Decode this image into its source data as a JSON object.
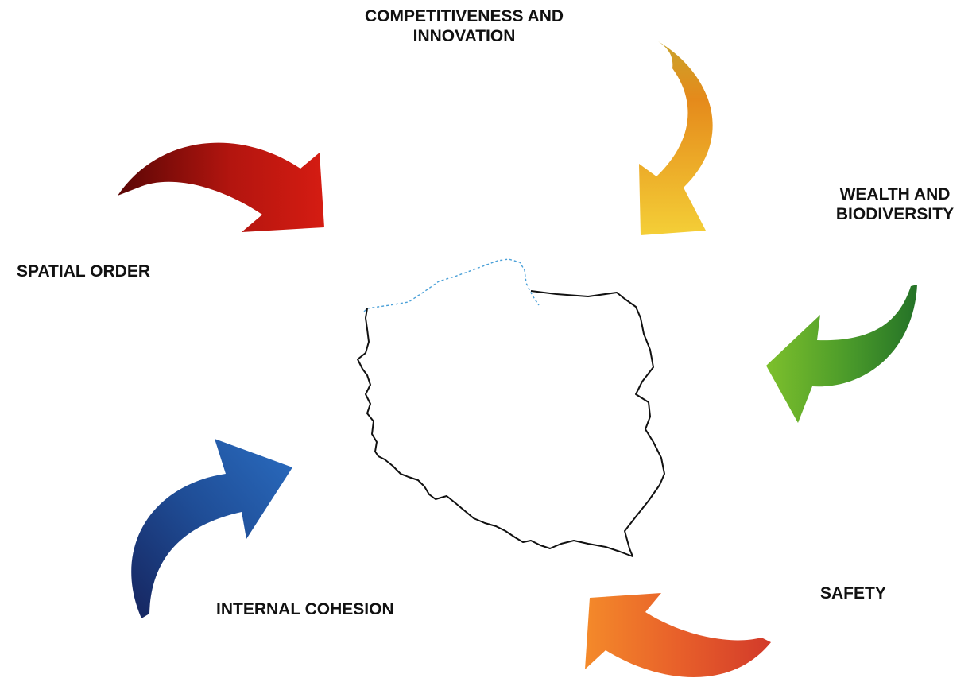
{
  "labels": {
    "competitiveness": [
      "COMPETITIVENESS AND",
      "INNOVATION"
    ],
    "wealth": [
      "WEALTH AND",
      "BIODIVERSITY"
    ],
    "spatial": "SPATIAL ORDER",
    "safety": "SAFETY",
    "cohesion": "INTERNAL COHESION"
  },
  "arrows": [
    {
      "name": "spatial-order-arrow",
      "colors": [
        "#5a0605",
        "#b3150f",
        "#d51c12"
      ]
    },
    {
      "name": "competitiveness-arrow",
      "colors": [
        "#c9a32b",
        "#e58a1b",
        "#f4cf37"
      ]
    },
    {
      "name": "wealth-arrow",
      "colors": [
        "#7dc02c",
        "#4a9a2a",
        "#247227"
      ]
    },
    {
      "name": "safety-arrow",
      "colors": [
        "#f48a2a",
        "#e8602a",
        "#d23a2a"
      ]
    },
    {
      "name": "internal-cohesion-arrow",
      "colors": [
        "#16255f",
        "#1f4d96",
        "#2a6cc0"
      ]
    }
  ],
  "map": {
    "border_color": "#111111",
    "coast_color": "#4aa0d8"
  }
}
